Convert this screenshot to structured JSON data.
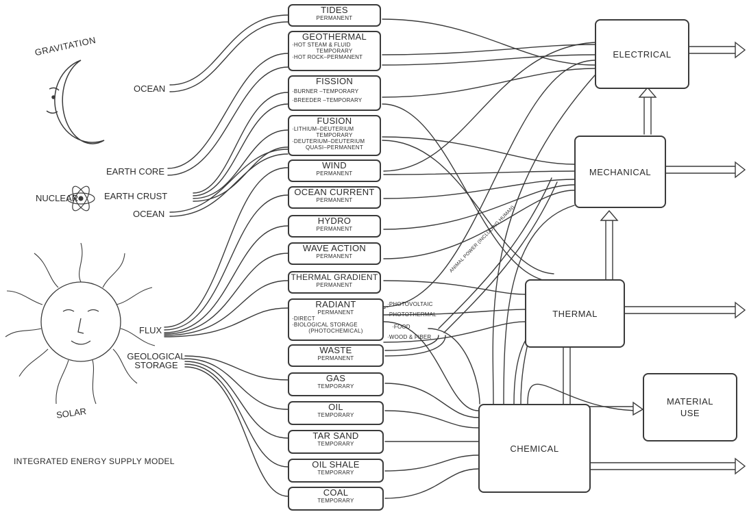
{
  "sources": {
    "gravitation": "GRAVITATION",
    "nuclear": "NUCLEAR",
    "solar": "SOLAR",
    "ocean_top": "OCEAN",
    "earth_core": "EARTH CORE",
    "earth_crust": "EARTH CRUST",
    "ocean_mid": "OCEAN",
    "flux": "FLUX",
    "geological_storage": "GEOLOGICAL STORAGE"
  },
  "resources": {
    "tides": {
      "name": "TIDES",
      "sub": "PERMANENT"
    },
    "geothermal": {
      "name": "GEOTHERMAL",
      "line1": "·HOT STEAM & FLUID",
      "line2": "TEMPORARY",
      "line3": "·HOT ROCK–PERMANENT"
    },
    "fission": {
      "name": "FISSION",
      "line1": "·BURNER –TEMPORARY",
      "line2": "·BREEDER –TEMPORARY"
    },
    "fusion": {
      "name": "FUSION",
      "line1": "·LITHIUM–DEUTERIUM",
      "line2": "TEMPORARY",
      "line3": "·DEUTERIUM–DEUTERIUM",
      "line4": "QUASI–PERMANENT"
    },
    "wind": {
      "name": "WIND",
      "sub": "PERMANENT"
    },
    "ocean_current": {
      "name": "OCEAN CURRENT",
      "sub": "PERMANENT"
    },
    "hydro": {
      "name": "HYDRO",
      "sub": "PERMANENT"
    },
    "wave_action": {
      "name": "WAVE ACTION",
      "sub": "PERMANENT"
    },
    "thermal_gradient": {
      "name": "THERMAL GRADIENT",
      "sub": "PERMANENT"
    },
    "radiant": {
      "name": "RADIANT",
      "sub": "PERMANENT",
      "line1": "·DIRECT",
      "line2": "·BIOLOGICAL STORAGE",
      "line3": "(PHOTOCHEMICAL)"
    },
    "waste": {
      "name": "WASTE",
      "sub": "PERMANENT"
    },
    "gas": {
      "name": "GAS",
      "sub": "TEMPORARY"
    },
    "oil": {
      "name": "OIL",
      "sub": "TEMPORARY"
    },
    "tar_sand": {
      "name": "TAR SAND",
      "sub": "TEMPORARY"
    },
    "oil_shale": {
      "name": "OIL SHALE",
      "sub": "TEMPORARY"
    },
    "coal": {
      "name": "COAL",
      "sub": "TEMPORARY"
    }
  },
  "conversions": {
    "photovoltaic": "·PHOTOVOLTAIC",
    "photothermal": "·PHOTOTHERMAL",
    "food": "·FOOD",
    "wood_fiber": "·WOOD & FIBER",
    "animal_power": "ANIMAL POWER (INCLUDING HUMAN)"
  },
  "outputs": {
    "electrical": "ELECTRICAL",
    "mechanical": "MECHANICAL",
    "thermal": "THERMAL",
    "material_use": "MATERIAL USE",
    "chemical": "CHEMICAL"
  },
  "caption": "INTEGRATED ENERGY SUPPLY MODEL"
}
